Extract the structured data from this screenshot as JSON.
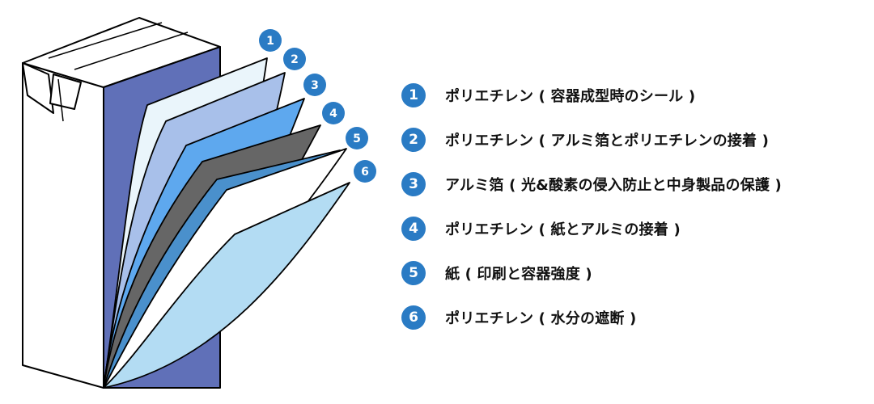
{
  "colors": {
    "badge": "#2a7bc4",
    "carton_front": "#6070b8",
    "layer1": "#eaf5fb",
    "layer2": "#a8c0ea",
    "layer3": "#5ea8ee",
    "layer4": "#666666",
    "layer5": "#4a90cc",
    "layer6": "#ffffff",
    "layer7": "#b3dcf3"
  },
  "layers": [
    {
      "number": "1",
      "label": "ポリエチレン ( 容器成型時のシール )"
    },
    {
      "number": "2",
      "label": "ポリエチレン ( アルミ箔とポリエチレンの接着 )"
    },
    {
      "number": "3",
      "label": "アルミ箔 ( 光&酸素の侵入防止と中身製品の保護 )"
    },
    {
      "number": "4",
      "label": "ポリエチレン ( 紙とアルミの接着 )"
    },
    {
      "number": "5",
      "label": "紙 ( 印刷と容器強度 )"
    },
    {
      "number": "6",
      "label": "ポリエチレン ( 水分の遮断 )"
    }
  ]
}
